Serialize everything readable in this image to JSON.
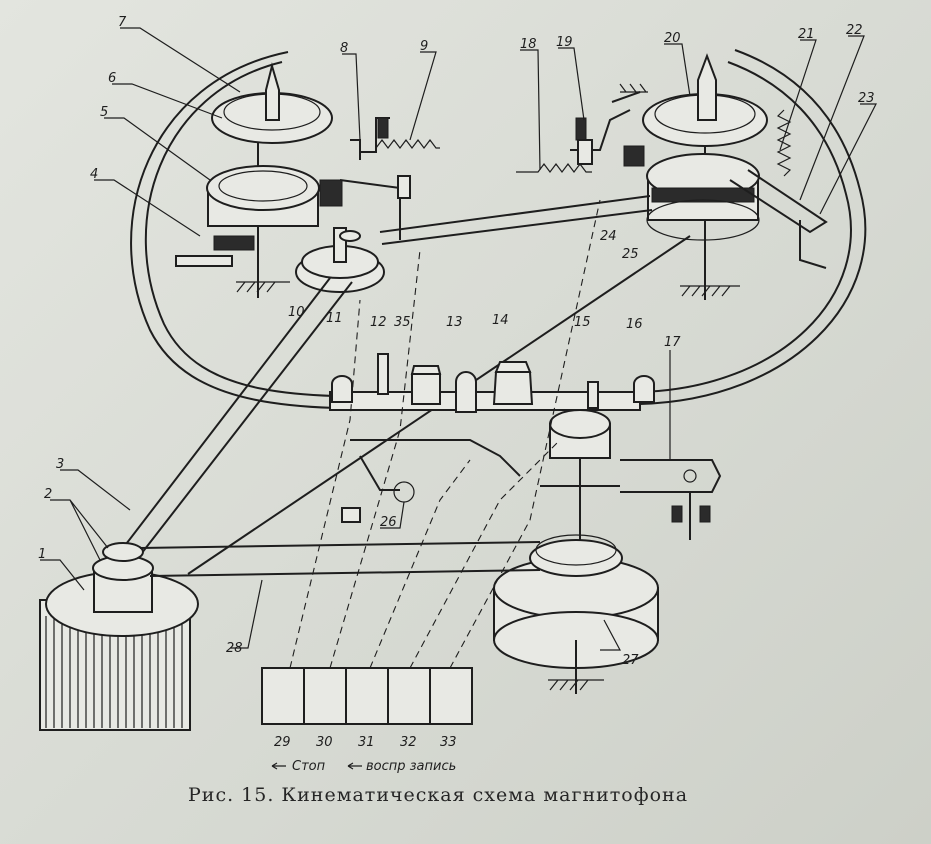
{
  "figure": {
    "caption": "Рис. 15. Кинематическая схема магнитофона",
    "part_numbers": [
      "1",
      "2",
      "3",
      "4",
      "5",
      "6",
      "7",
      "8",
      "9",
      "10",
      "11",
      "12",
      "13",
      "14",
      "15",
      "16",
      "17",
      "18",
      "19",
      "20",
      "21",
      "22",
      "23",
      "24",
      "25",
      "26",
      "27",
      "28",
      "35"
    ],
    "button_numbers": [
      "29",
      "30",
      "31",
      "32",
      "33"
    ],
    "legend": {
      "stop": "Стоп",
      "playback_record": "воспр запись"
    }
  }
}
